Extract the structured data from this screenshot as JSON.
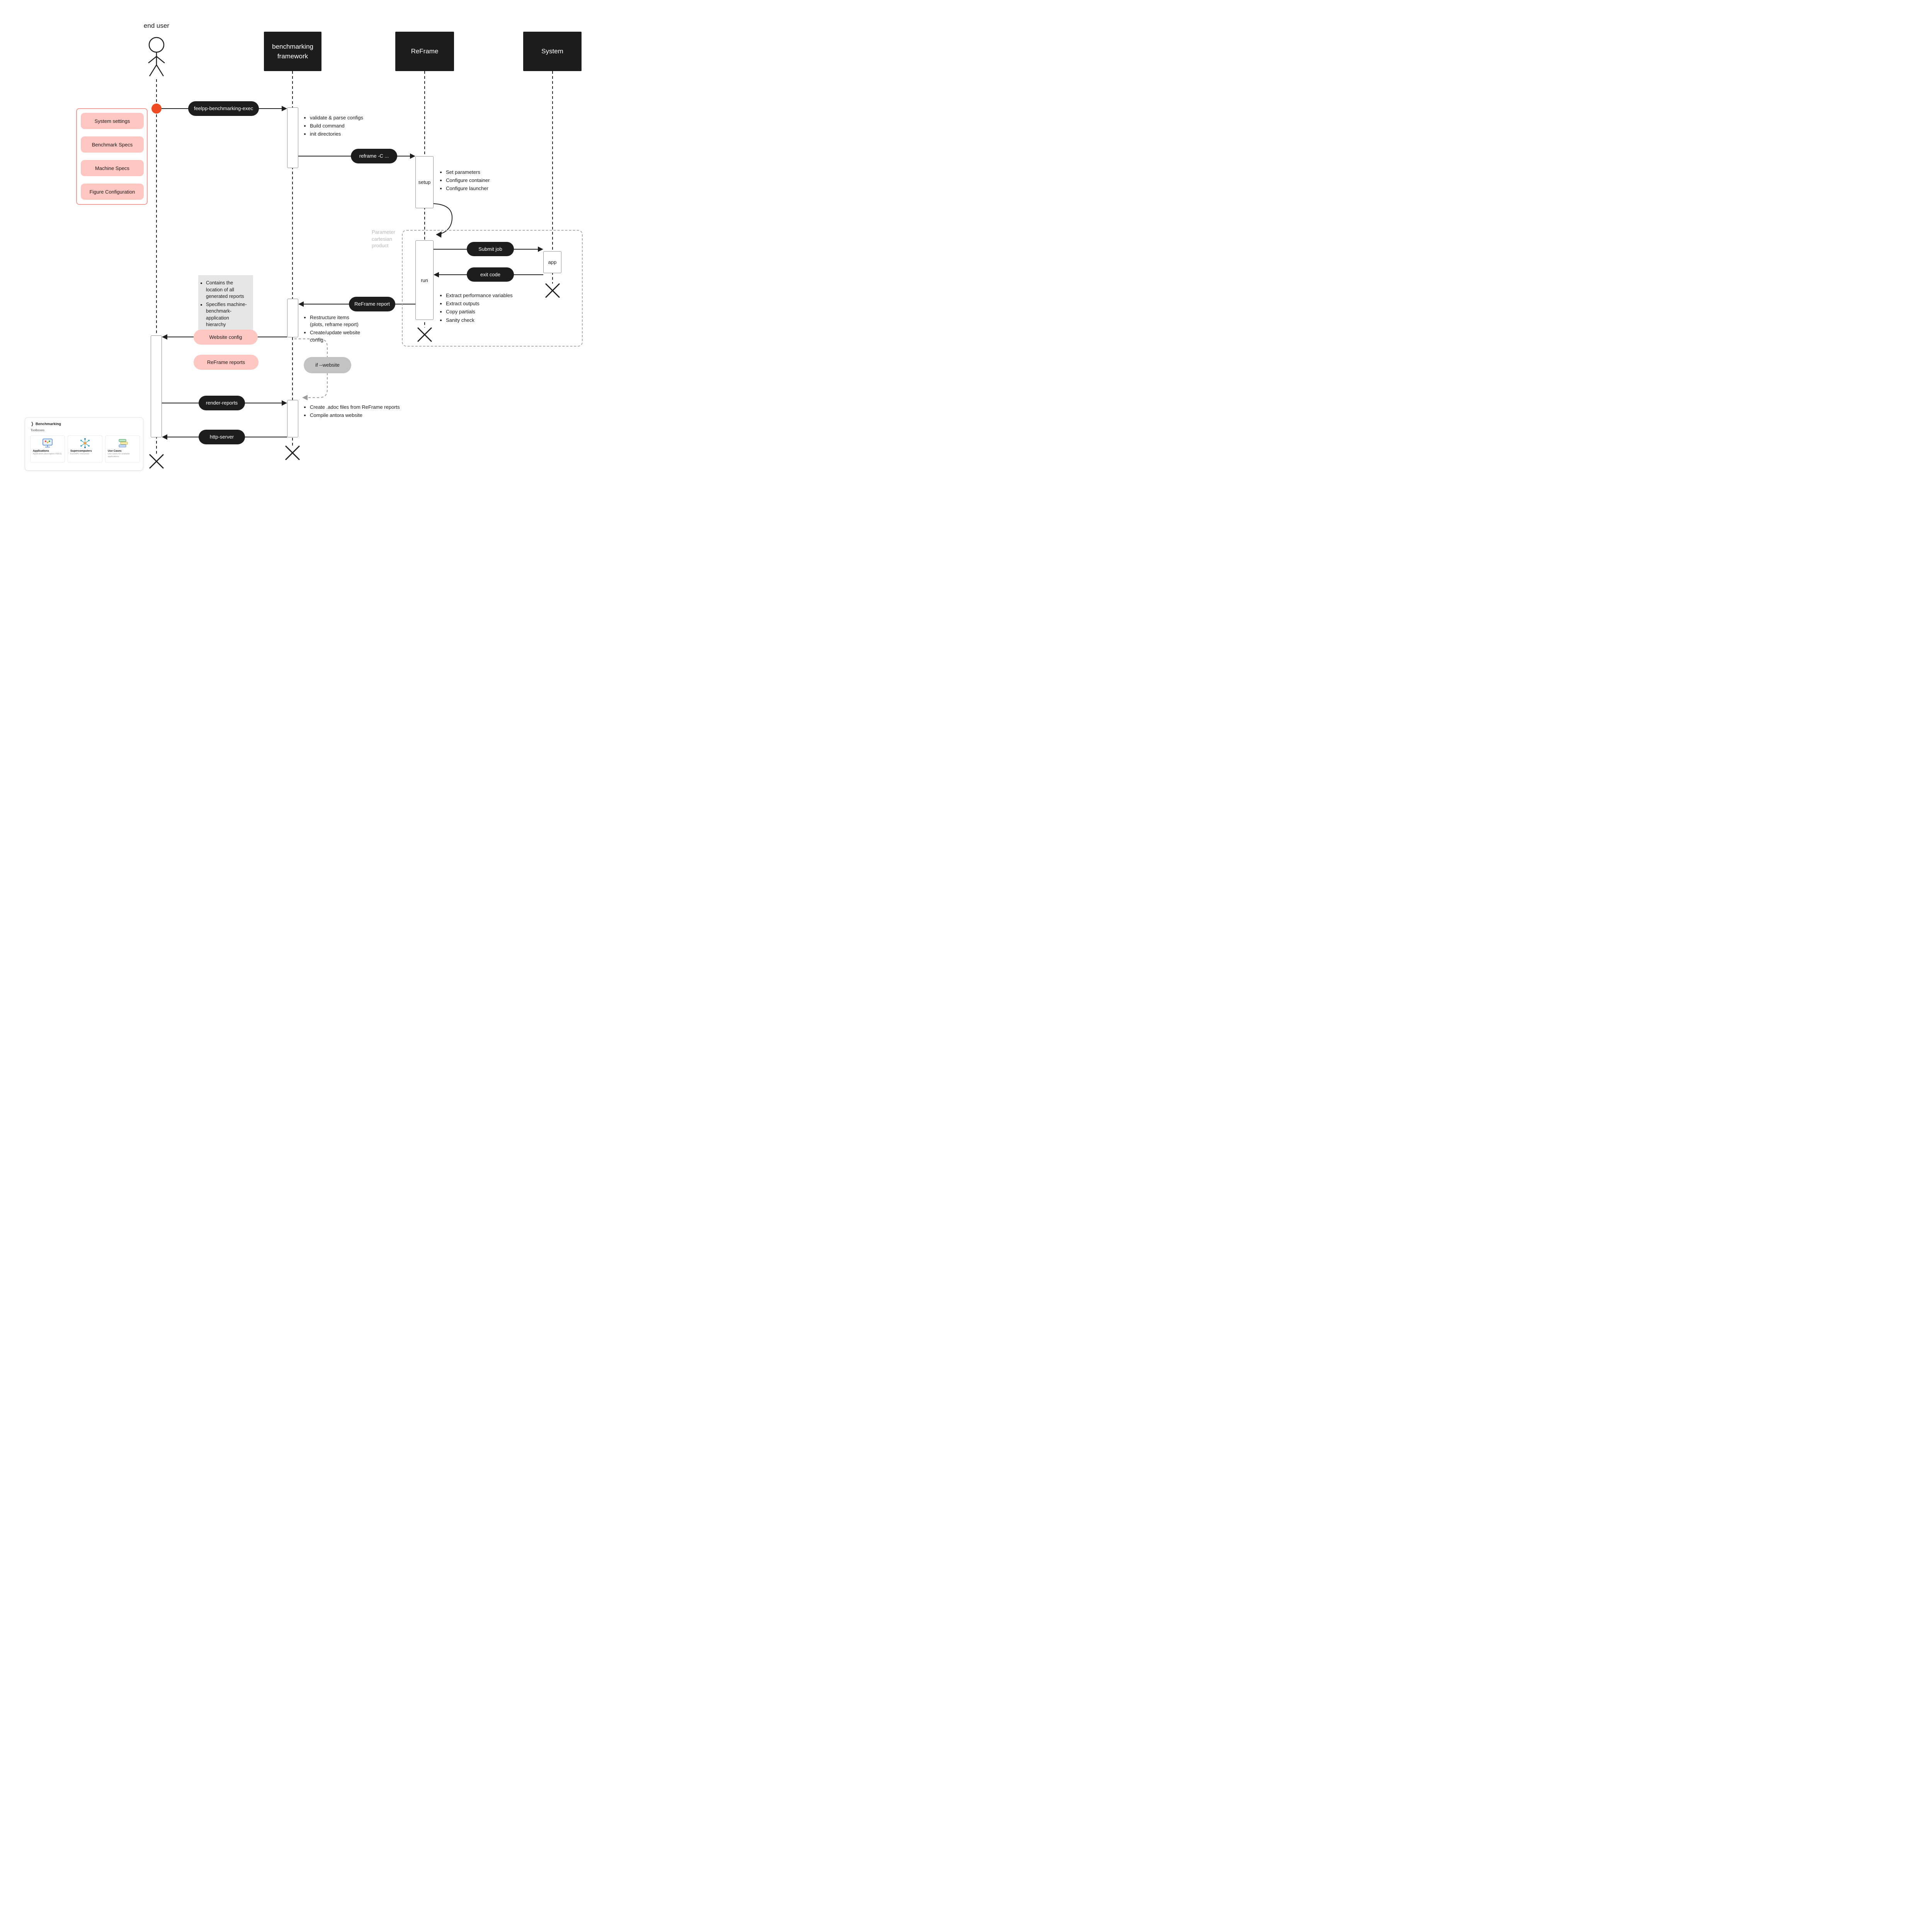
{
  "actors": {
    "end_user": "end user",
    "framework": "benchmarking framework",
    "reframe": "ReFrame",
    "system": "System"
  },
  "config_panel": {
    "items": [
      "System settings",
      "Benchmark Specs",
      "Machine Specs",
      "Figure Configuration"
    ]
  },
  "messages": {
    "exec": "feelpp-benchmarking-exec",
    "reframe_cmd": "reframe -C ...",
    "submit_job": "Submit job",
    "exit_code": "exit code",
    "reframe_report": "ReFrame report",
    "website_config": "Website config",
    "reframe_reports": "ReFrame reports",
    "if_website": "if --website",
    "render_reports": "render-reports",
    "http_server": "http-server"
  },
  "activations": {
    "setup": "setup",
    "run": "run",
    "app": "app"
  },
  "region_label": "Parameter cartesian product",
  "bullets": {
    "framework_init": [
      "validate & parse configs",
      "Build command",
      "init directories"
    ],
    "setup": [
      "Set parameters",
      "Configure container",
      "Configure launcher"
    ],
    "run_post": [
      "Extract performance variables",
      "Extract outputs",
      "Copy partials",
      "Sanity check"
    ],
    "note": [
      "Contains the location of all generated reports",
      "Specifies machine-benchmark-application hierarchy"
    ],
    "restructure": [
      "Restructure items (plots, reframe report)",
      "Create/update website config"
    ],
    "render": [
      "Create .adoc files from ReFrame reports",
      "Compile antora website"
    ]
  },
  "site_card": {
    "title": "Benchmarking",
    "subtitle": "Toolboxes",
    "cards": [
      {
        "label": "Applications",
        "sub": "Application (description FEES)"
      },
      {
        "label": "Supercomputers",
        "sub": "EuroHPC resources"
      },
      {
        "label": "Use Cases",
        "sub": "Use cases for available applications"
      }
    ]
  },
  "colors": {
    "accent_orange": "#ef4b22",
    "pink": "#ffc7c1",
    "pink_border": "#f29a93",
    "dark": "#1d1d1d",
    "note_gray": "#e6e6e6",
    "cond_gray": "#c3c3c3"
  }
}
